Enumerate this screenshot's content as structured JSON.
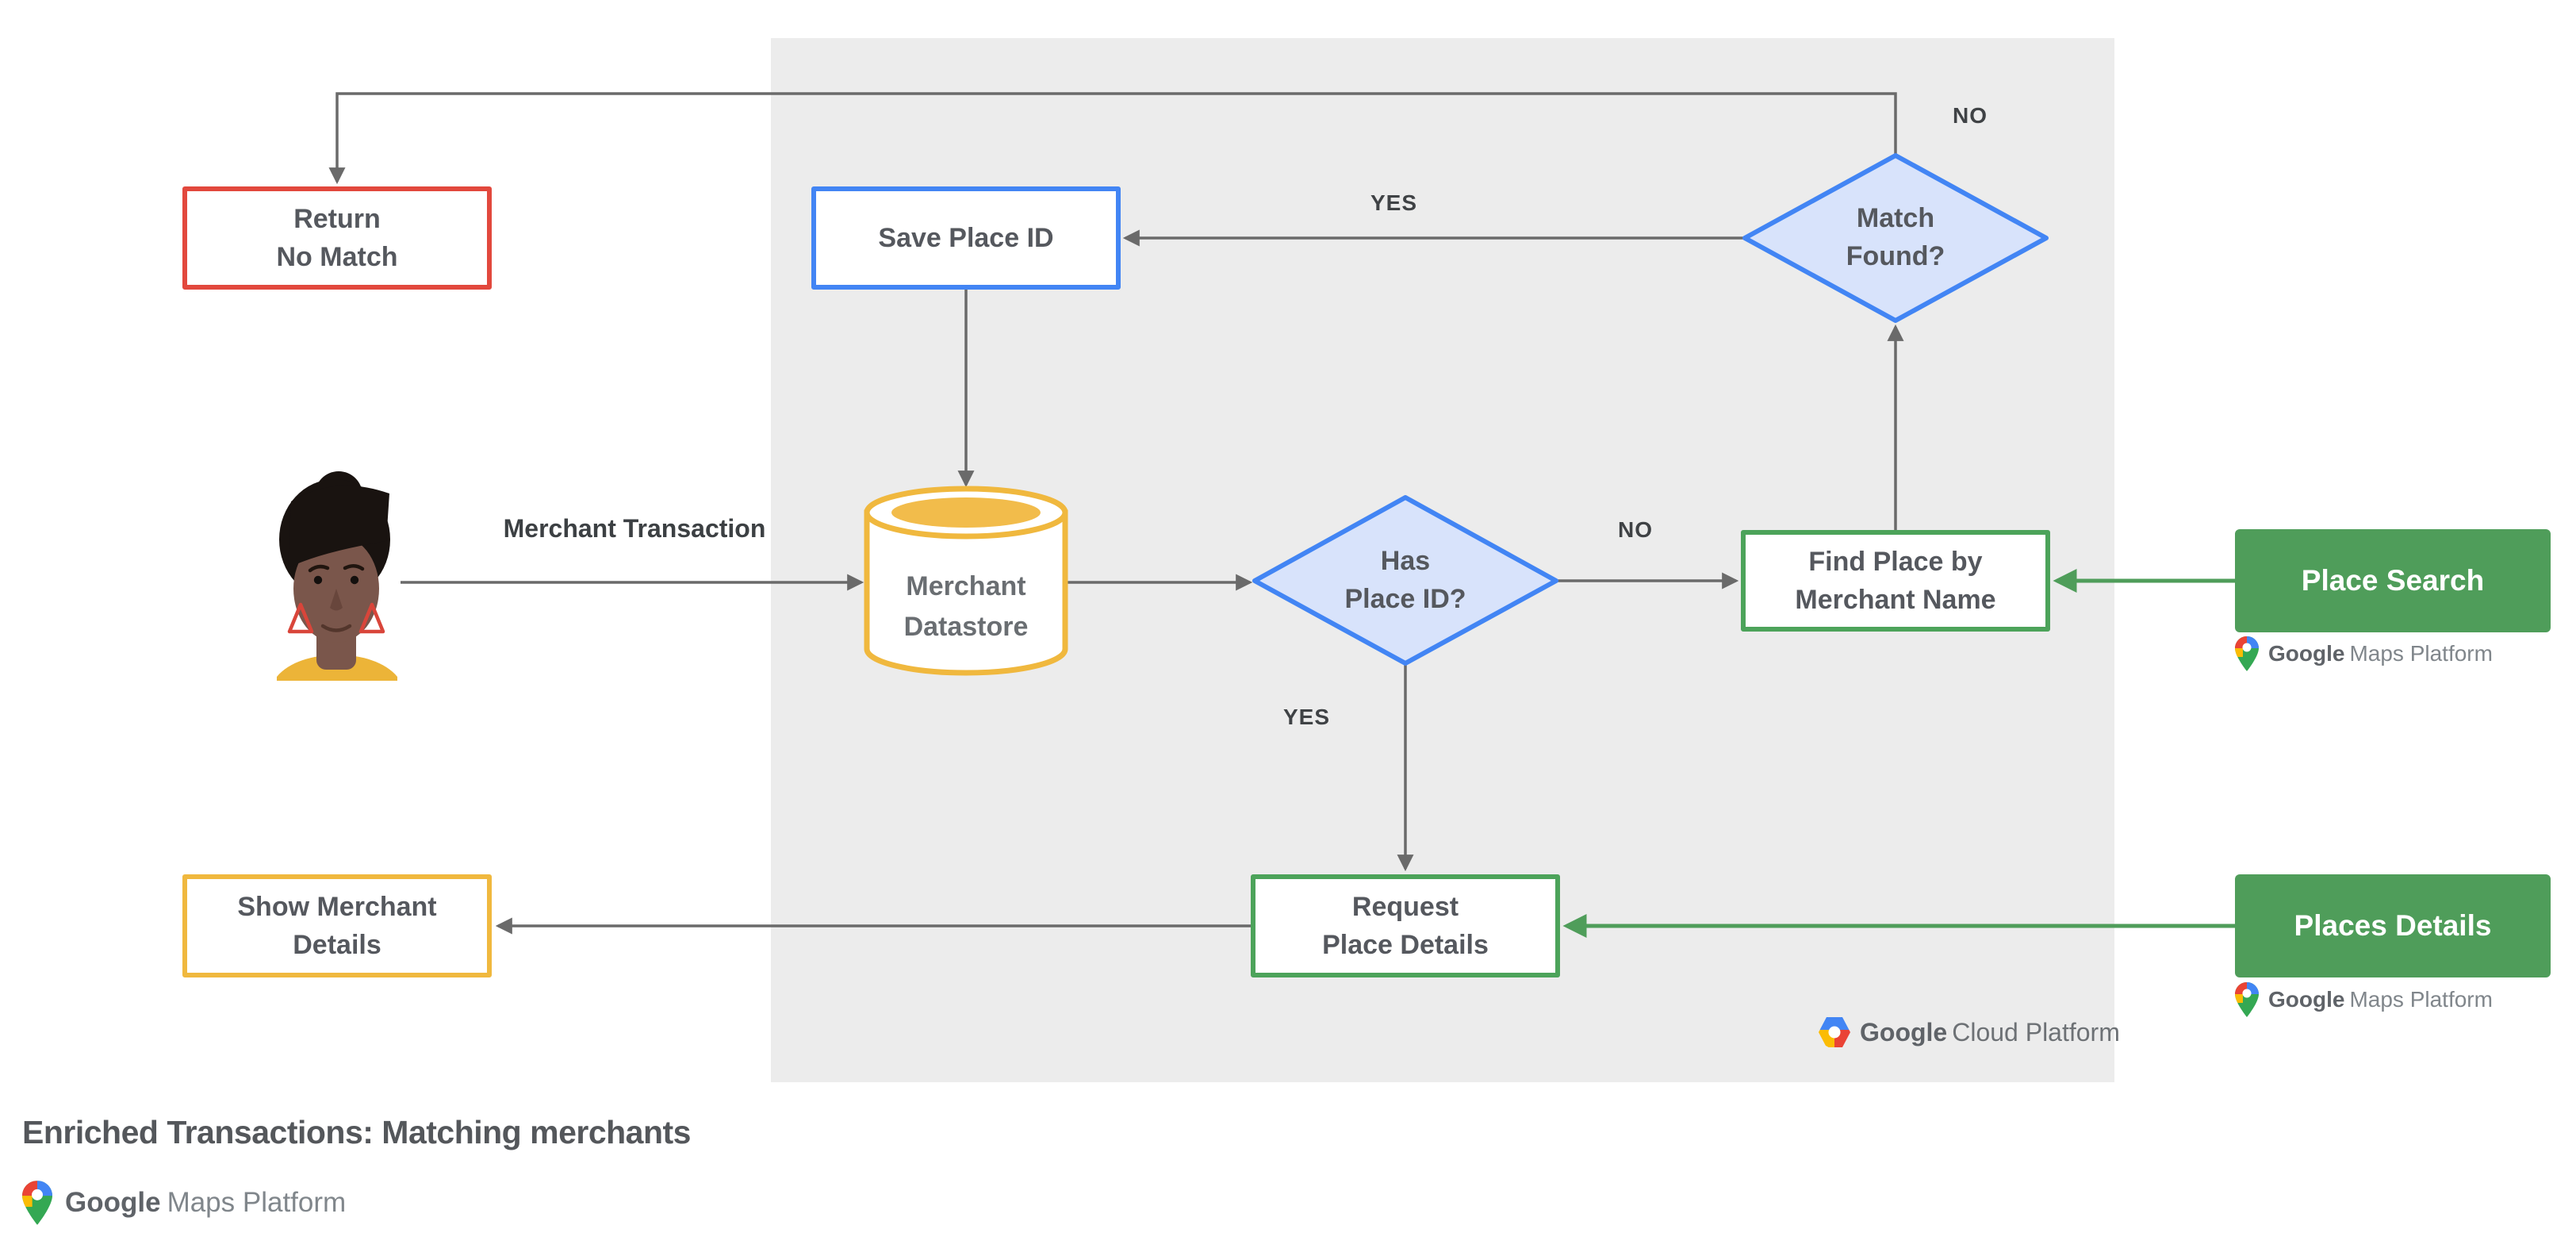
{
  "title": "Enriched Transactions: Matching merchants",
  "nodes": {
    "return_no_match": "Return\nNo Match",
    "save_place_id": "Save Place ID",
    "match_found": "Match\nFound?",
    "merchant_datastore": "Merchant\nDatastore",
    "has_place_id": "Has\nPlace ID?",
    "find_place_by_merchant_name": "Find Place by\nMerchant Name",
    "request_place_details": "Request\nPlace Details",
    "show_merchant_details": "Show Merchant\nDetails",
    "place_search": "Place Search",
    "places_details": "Places Details"
  },
  "edges": [
    {
      "from": "match_found",
      "to": "return_no_match",
      "label": "NO"
    },
    {
      "from": "match_found",
      "to": "save_place_id",
      "label": "YES"
    },
    {
      "from": "save_place_id",
      "to": "merchant_datastore",
      "label": ""
    },
    {
      "from": "customer",
      "to": "merchant_datastore",
      "label": "Merchant Transaction"
    },
    {
      "from": "merchant_datastore",
      "to": "has_place_id",
      "label": ""
    },
    {
      "from": "has_place_id",
      "to": "find_place_by_merchant_name",
      "label": "NO"
    },
    {
      "from": "find_place_by_merchant_name",
      "to": "match_found",
      "label": ""
    },
    {
      "from": "has_place_id",
      "to": "request_place_details",
      "label": "YES"
    },
    {
      "from": "request_place_details",
      "to": "show_merchant_details",
      "label": ""
    },
    {
      "from": "place_search",
      "to": "find_place_by_merchant_name",
      "label": ""
    },
    {
      "from": "places_details",
      "to": "request_place_details",
      "label": ""
    }
  ],
  "logos": {
    "google_maps_platform": {
      "google": "Google",
      "product": "Maps Platform"
    },
    "google_cloud_platform": {
      "google": "Google",
      "product": "Cloud Platform"
    }
  },
  "colors": {
    "panel_bg": "#ECECEC",
    "arrow_gray": "#6A6A6A",
    "green_fill": "#4F9D5A",
    "green_border": "#4CA35A",
    "blue_border": "#4285F4",
    "diamond_fill": "#D8E3FB",
    "red_border": "#E2483D",
    "yellow_border": "#F0B83E",
    "yellow_fill": "#F2BC4B",
    "node_text": "#55585E",
    "edge_label_text": "#3F4245",
    "google_red": "#EA4335",
    "google_blue": "#4285F4",
    "google_yellow": "#FBBC04",
    "google_green": "#34A853"
  }
}
